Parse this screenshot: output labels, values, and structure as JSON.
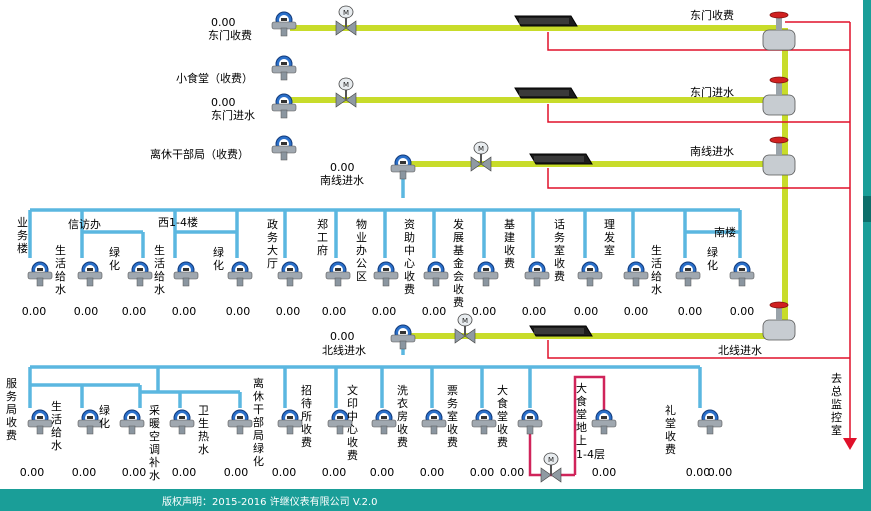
{
  "colors": {
    "pipe_green": "#c8dc2a",
    "pipe_blue": "#5bb7e0",
    "pipe_red": "#e0102a",
    "pipe_pink": "#d0245a",
    "footer": "#1a9e98"
  },
  "top_meters": [
    {
      "value": "0.00",
      "label": "东门收费"
    },
    {
      "value": "",
      "label": "小食堂（收费）"
    },
    {
      "value": "0.00",
      "label": "东门进水"
    },
    {
      "value": "",
      "label": "离休干部局（收费）"
    }
  ],
  "nanxian": {
    "value": "0.00",
    "label": "南线进水"
  },
  "beixian": {
    "value": "0.00",
    "label": "北线进水"
  },
  "route_labels": [
    "东门收费",
    "东门进水",
    "南线进水",
    "北线进水"
  ],
  "quzong": "去总监控室",
  "row1_headers": [
    {
      "text": "业务楼",
      "vertical": true
    },
    {
      "text": "信访办",
      "vertical": false
    },
    {
      "text": "西1-4楼",
      "vertical": false
    },
    {
      "text": "政务大厅",
      "vertical": true
    },
    {
      "text": "郑工府",
      "vertical": true
    },
    {
      "text": "物业办公区",
      "vertical": true
    },
    {
      "text": "资助中心收费",
      "vertical": true
    },
    {
      "text": "发展基金会收费",
      "vertical": true
    },
    {
      "text": "基建收费",
      "vertical": true
    },
    {
      "text": "话务室收费",
      "vertical": true
    },
    {
      "text": "理发室",
      "vertical": true
    },
    {
      "text": "南楼",
      "vertical": false
    }
  ],
  "row1_meter_labels": [
    "生活给水",
    "绿化",
    "生活给水",
    "绿化",
    "生活给水",
    "绿化"
  ],
  "row1_values": [
    "0.00",
    "0.00",
    "0.00",
    "0.00",
    "0.00",
    "0.00",
    "0.00",
    "0.00",
    "0.00",
    "0.00",
    "0.00",
    "0.00",
    "0.00",
    "0.00",
    "0.00"
  ],
  "row2_headers": [
    "服务局收费",
    "离休干部局绿化",
    "招待所收费",
    "文印中心收费",
    "洗衣房收费",
    "票务室收费",
    "大食堂收费",
    "大食堂地上",
    "礼堂收费"
  ],
  "row2_meter_labels": [
    "生活给水",
    "绿化",
    "采暖空调补水",
    "卫生热水"
  ],
  "row2_extra": "1-4层",
  "row2_values": [
    "0.00",
    "0.00",
    "0.00",
    "0.00",
    "0.00",
    "0.00",
    "0.00",
    "0.00",
    "0.00",
    "0.00",
    "0.00",
    "0.00",
    "0.00",
    "0.00"
  ],
  "footer": "版权声明：2015-2016 许继仪表有限公司 V.2.0"
}
